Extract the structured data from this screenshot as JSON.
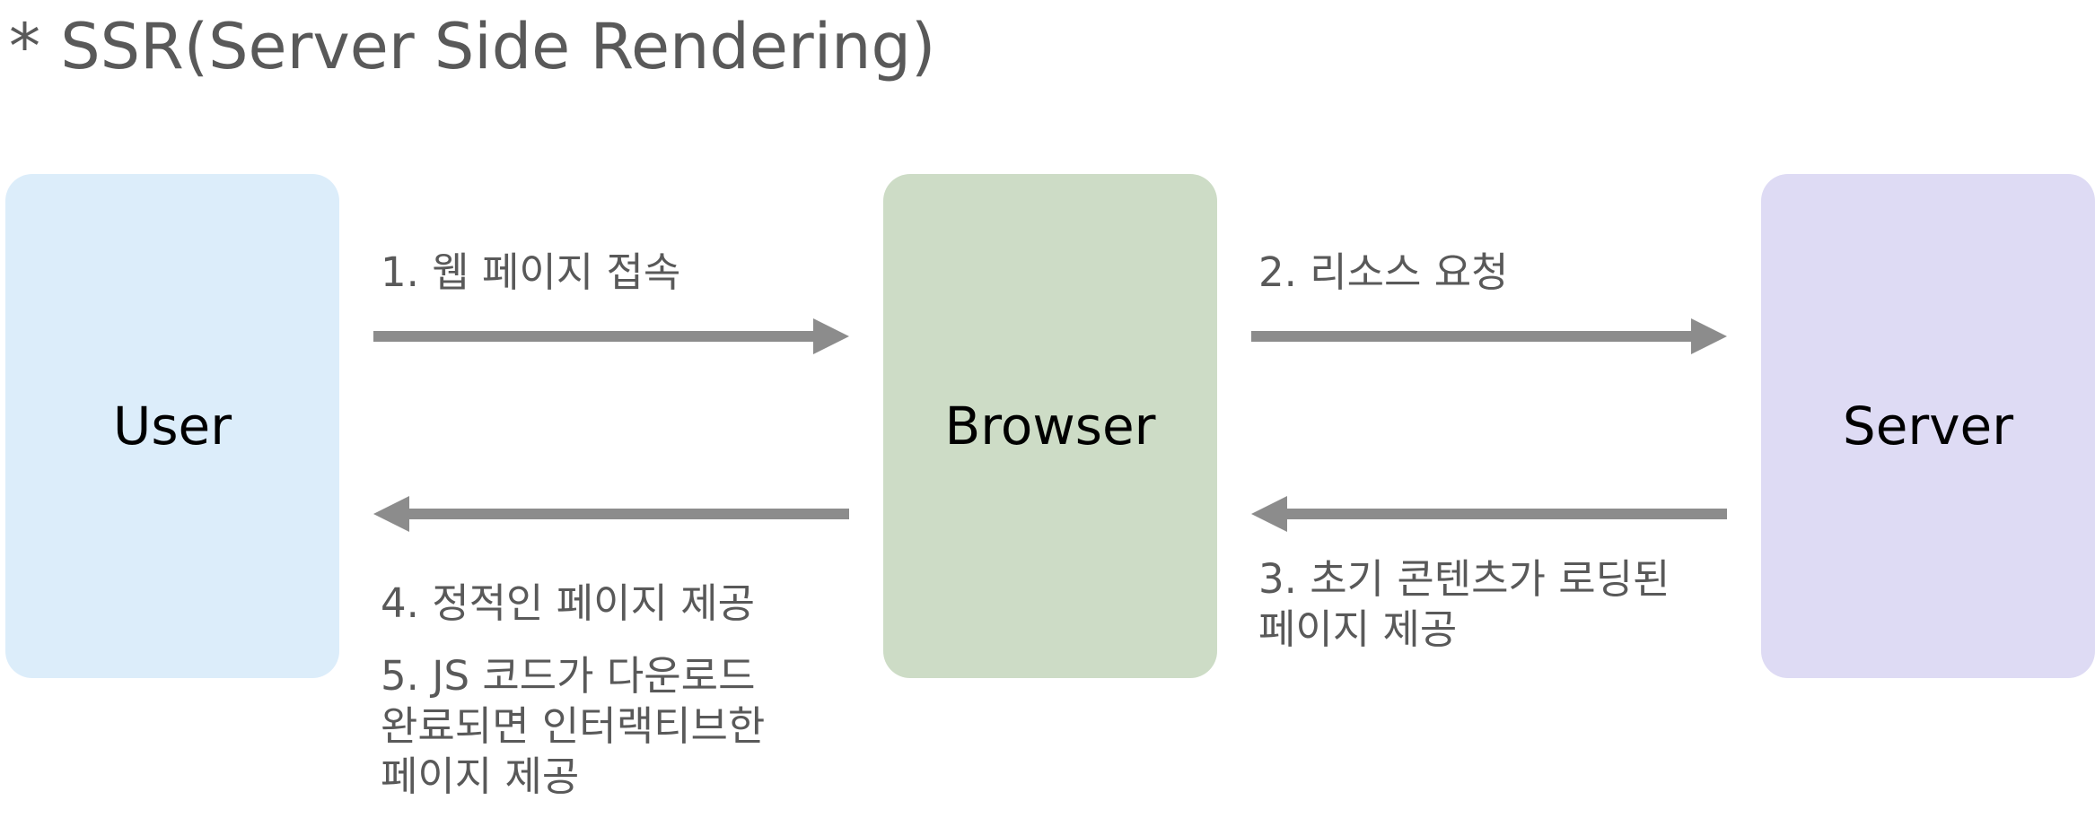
{
  "title": "* SSR(Server Side Rendering)",
  "nodes": {
    "user": {
      "label": "User",
      "color": "#dcedfa"
    },
    "browser": {
      "label": "Browser",
      "color": "#cddcc6"
    },
    "server": {
      "label": "Server",
      "color": "#dedbf4"
    }
  },
  "arrow_color": "#8c8c8c",
  "steps": {
    "step1": {
      "lines": [
        "1. 웹 페이지 접속"
      ]
    },
    "step2": {
      "lines": [
        "2. 리소스 요청"
      ]
    },
    "step3": {
      "lines": [
        "3. 초기 콘텐츠가 로딩된",
        "페이지 제공"
      ]
    },
    "step4": {
      "lines": [
        "4. 정적인 페이지 제공"
      ]
    },
    "step5": {
      "lines": [
        "5. JS 코드가 다운로드",
        "완료되면 인터랙티브한",
        "페이지 제공"
      ]
    }
  }
}
